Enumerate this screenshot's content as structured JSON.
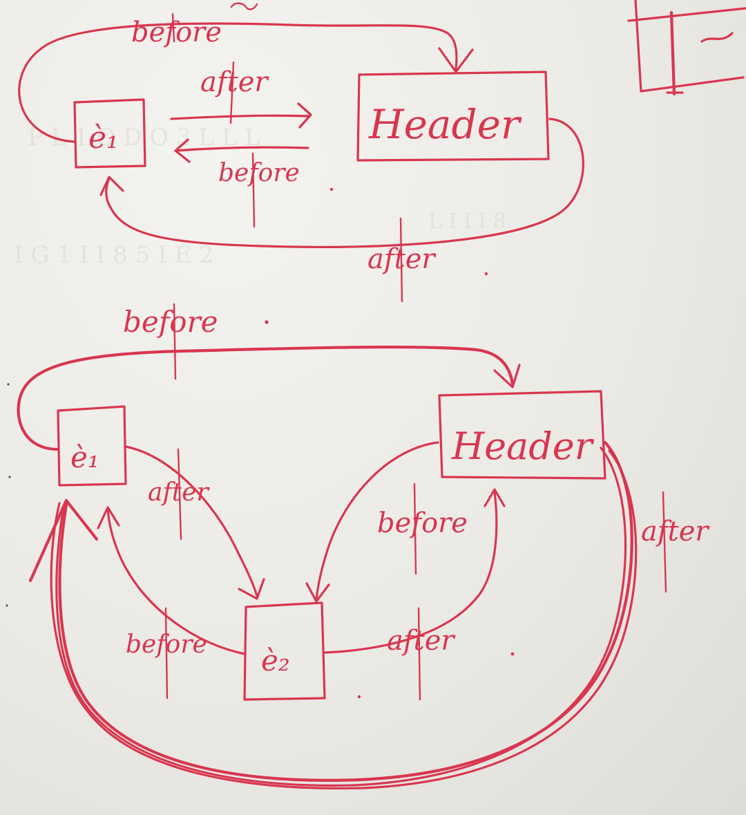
{
  "diagram_top": {
    "nodes": {
      "e1": "è₁",
      "header": "Header"
    },
    "labels": {
      "before_outer": "before",
      "after_mid": "after",
      "before_mid": "before",
      "after_outer": "after"
    }
  },
  "diagram_bottom": {
    "nodes": {
      "e1": "è₁",
      "e2": "è₂",
      "header": "Header"
    },
    "labels": {
      "before_top": "before",
      "after_e1_e2": "after",
      "before_header_e2": "before",
      "after_header_right": "after",
      "before_e2_e1": "before",
      "after_e2_header": "after"
    }
  },
  "colors": {
    "ink": "#d8364f",
    "paper": "#ecebe6"
  }
}
